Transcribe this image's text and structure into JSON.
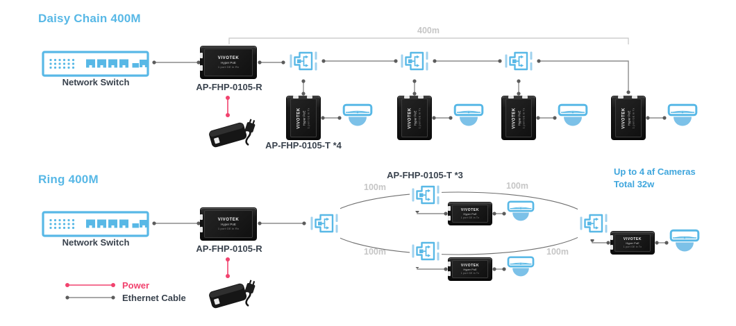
{
  "colors": {
    "accent_blue": "#58B8E6",
    "note_blue": "#3FA6DD",
    "label_navy": "#39424D",
    "power_pink": "#F1426E",
    "cable_gray": "#8C8C8C",
    "distance_gray": "#C6C6C6"
  },
  "daisy_chain": {
    "title": "Daisy Chain 400M",
    "total_distance": "400m",
    "switch_label": "Network Switch",
    "receiver_label": "AP-FHP-0105-R",
    "transmitter_label": "AP-FHP-0105-T *4"
  },
  "ring": {
    "title": "Ring 400M",
    "switch_label": "Network Switch",
    "receiver_label": "AP-FHP-0105-R",
    "transmitter_label": "AP-FHP-0105-T *3",
    "segment_distances": [
      "100m",
      "100m",
      "100m",
      "100m"
    ],
    "capacity_note_line1": "Up to 4 af Cameras",
    "capacity_note_line2": "Total 32w"
  },
  "legend": {
    "power_label": "Power",
    "ethernet_label": "Ethernet Cable"
  },
  "device_text": {
    "brand": "VIVOTEK",
    "model": "Hyper PoE",
    "ports_rx": "1 port GE in Rx",
    "ports_tx": "1 port GE in Tx"
  }
}
